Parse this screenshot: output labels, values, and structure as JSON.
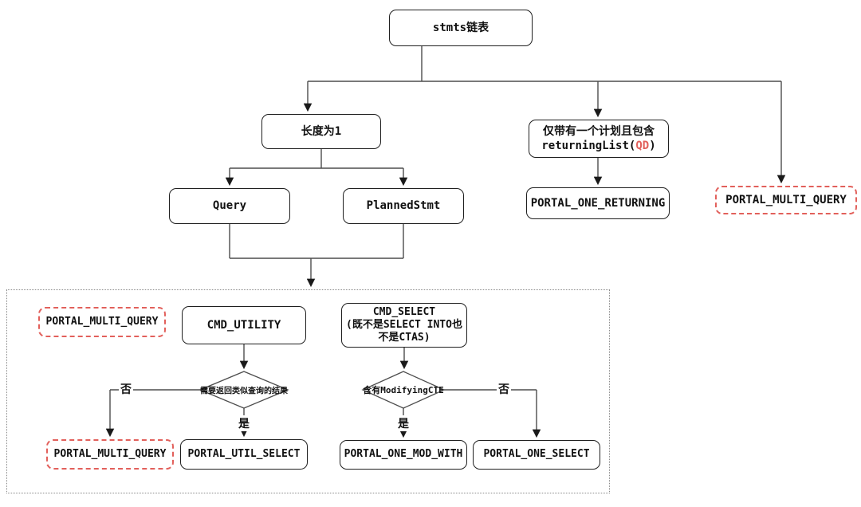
{
  "diagram": {
    "colors": {
      "line": "#4d4d4d",
      "box_border": "#1f1f1f",
      "dashed_box_border": "#e2605b",
      "highlight_text": "#e2605b",
      "background": "#ffffff"
    },
    "nodes": {
      "stmts": {
        "label": "stmts链表"
      },
      "length1": {
        "label": "长度为1"
      },
      "returning_cond": {
        "line1": "仅带有一个计划且包含",
        "line2_prefix": "returningList(",
        "line2_highlight": "QD",
        "line2_suffix": ")"
      },
      "portal_multi_query_top": {
        "label": "PORTAL_MULTI_QUERY"
      },
      "query": {
        "label": "Query"
      },
      "planned_stmt": {
        "label": "PlannedStmt"
      },
      "portal_one_returning": {
        "label": "PORTAL_ONE_RETURNING"
      },
      "portal_multi_query_left": {
        "label": "PORTAL_MULTI_QUERY"
      },
      "cmd_utility": {
        "label": "CMD_UTILITY"
      },
      "cmd_select": {
        "line1": "CMD_SELECT",
        "line2": "(既不是SELECT INTO也",
        "line3": "不是CTAS)"
      },
      "decision_need_return": {
        "label": "需要返回类似查询的结果"
      },
      "decision_modifying_cte": {
        "label": "含有ModifyingCTE"
      },
      "portal_multi_query_bottom": {
        "label": "PORTAL_MULTI_QUERY"
      },
      "portal_util_select": {
        "label": "PORTAL_UTIL_SELECT"
      },
      "portal_one_mod_with": {
        "label": "PORTAL_ONE_MOD_WITH"
      },
      "portal_one_select": {
        "label": "PORTAL_ONE_SELECT"
      }
    },
    "edge_labels": {
      "utility_no": "否",
      "utility_yes": "是",
      "cte_yes": "是",
      "cte_no": "否"
    }
  }
}
